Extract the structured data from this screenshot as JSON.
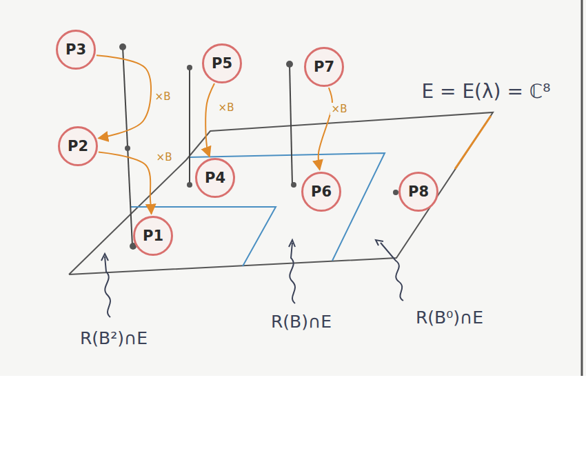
{
  "diagram": {
    "nodes": [
      {
        "text": [
          "P3"
        ]
      },
      {
        "text": [
          "P5"
        ]
      },
      {
        "text": [
          "P7"
        ]
      },
      {
        "text": [
          "P2"
        ]
      },
      {
        "text": [
          "P4"
        ]
      },
      {
        "text": [
          "P6"
        ]
      },
      {
        "text": [
          "P8"
        ]
      },
      {
        "text": [
          "P1"
        ]
      }
    ],
    "edges": [
      {
        "from": 0,
        "to": 3,
        "label": "×B",
        "arrow": "to"
      },
      {
        "from": 3,
        "to": 7,
        "label": "×B",
        "arrow": "to"
      },
      {
        "from": 1,
        "to": 4,
        "label": "×B",
        "arrow": "to"
      },
      {
        "from": 2,
        "to": 5,
        "label": "×B",
        "arrow": "to"
      }
    ],
    "labels": [
      "E = E(λ) = ℂ⁸",
      "R(B²)∩E",
      "R(B)∩E",
      "R(B⁰)∩E"
    ]
  }
}
